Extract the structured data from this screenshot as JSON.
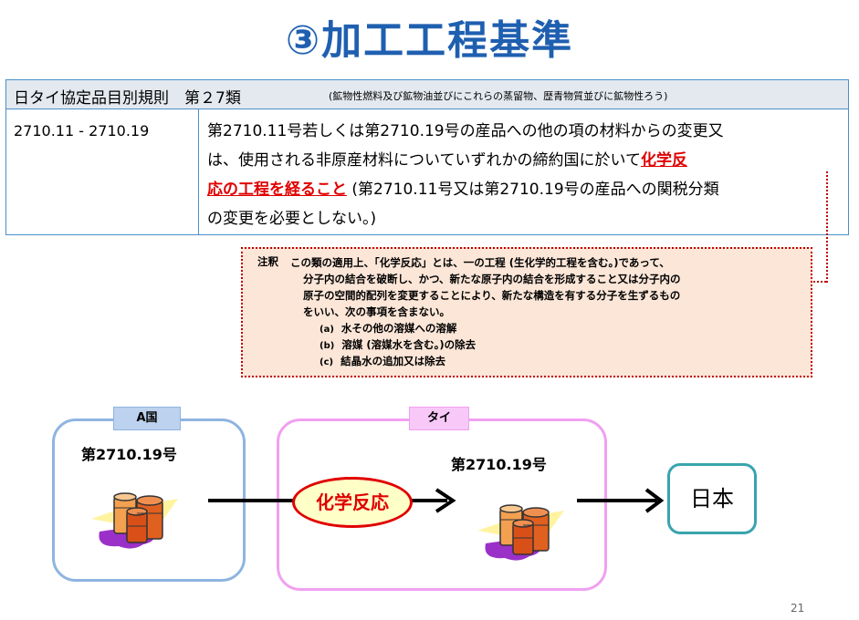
{
  "title": "③加工工程基準",
  "rules_table": {
    "header_main": "日タイ協定品目別規則　第２7類",
    "header_sub": "(鉱物性燃料及び鉱物油並びにこれらの蒸留物、歴青物質並びに鉱物性ろう)",
    "code_range": "2710.11 - 2710.19",
    "rule_line1": "第2710.11号若しくは第2710.19号の産品への他の項の材料からの変更又",
    "rule_line2_a": "は、使用される非原産材料についていずれかの締約国に於いて",
    "rule_line2_red": "化学反",
    "rule_line3_red": "応の工程を経ること",
    "rule_line3_b": " (第2710.11号又は第2710.19号の産品への関税分類",
    "rule_line4": "の変更を必要としない。)"
  },
  "note": {
    "label": "注釈",
    "line1": "この類の適用上、「化学反応」とは、一の工程 (生化学的工程を含む。)であって、",
    "line2": "分子内の結合を破断し、かつ、新たな原子内の結合を形成すること又は分子内の",
    "line3": "原子の空間的配列を変更することにより、新たな構造を有する分子を生ずるもの",
    "line4": "をいい、次の事項を含まない。",
    "items": [
      {
        "mark": "(a)",
        "text": "水その他の溶媒への溶解"
      },
      {
        "mark": "(b)",
        "text": "溶媒 (溶媒水を含む。)の除去"
      },
      {
        "mark": "(c)",
        "text": "結晶水の追加又は除去"
      }
    ]
  },
  "flow": {
    "country_a": {
      "tag": "A国",
      "hs_code": "第2710.19号"
    },
    "thailand": {
      "tag": "タイ",
      "hs_code": "第2710.19号",
      "process": "化学反応"
    },
    "destination": "日本"
  },
  "page_number": "21",
  "colors": {
    "title": "#1f5fb0",
    "table_border": "#4a8fc8",
    "red": "#e00000",
    "country_a_border": "#8fb4e0",
    "country_a_tag": "#bcd2ee",
    "thailand_border": "#f0a0f0",
    "thailand_tag": "#f8c8f8",
    "japan_border": "#39a4ad"
  }
}
